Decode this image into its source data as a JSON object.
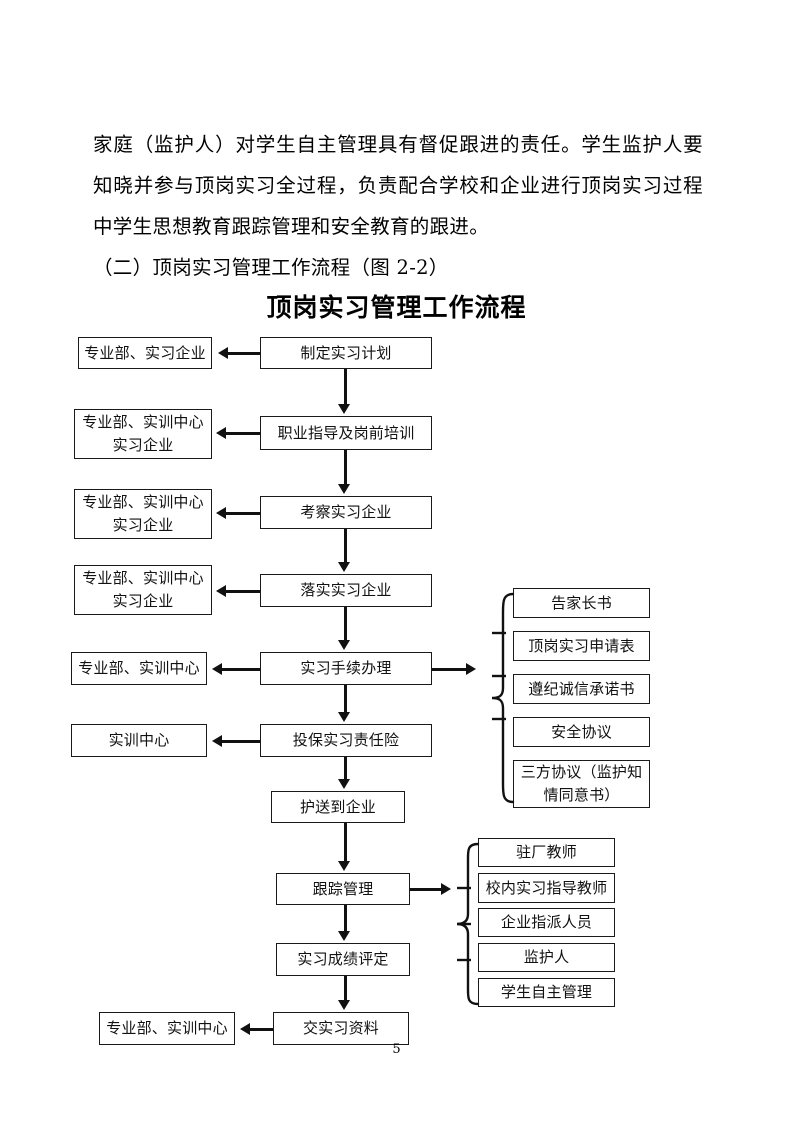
{
  "document": {
    "paragraphs": [
      "家庭（监护人）对学生自主管理具有督促跟进的责任。学生监护人要知晓并参与顶岗实习全过程，负责配合学校和企业进行顶岗实习过程中学生思想教育跟踪管理和安全教育的跟进。",
      "（二）顶岗实习管理工作流程（图 2-2）"
    ],
    "page_number": "5"
  },
  "flowchart": {
    "title": "顶岗实习管理工作流程",
    "main_steps": [
      {
        "label": "制定实习计划"
      },
      {
        "label": "职业指导及岗前培训"
      },
      {
        "label": "考察实习企业"
      },
      {
        "label": "落实实习企业"
      },
      {
        "label": "实习手续办理"
      },
      {
        "label": "投保实习责任险"
      },
      {
        "label": "护送到企业"
      },
      {
        "label": "跟踪管理"
      },
      {
        "label": "实习成绩评定"
      },
      {
        "label": "交实习资料"
      }
    ],
    "responsible_units": [
      {
        "label": "专业部、实习企业"
      },
      {
        "label_line1": "专业部、实训中心",
        "label_line2": "实习企业"
      },
      {
        "label_line1": "专业部、实训中心",
        "label_line2": "实习企业"
      },
      {
        "label_line1": "专业部、实训中心",
        "label_line2": "实习企业"
      },
      {
        "label": "专业部、实训中心"
      },
      {
        "label": "实训中心"
      },
      {
        "label": "专业部、实训中心"
      }
    ],
    "documents_group": {
      "items": [
        {
          "label": "告家长书"
        },
        {
          "label": "顶岗实习申请表"
        },
        {
          "label": "遵纪诚信承诺书"
        },
        {
          "label": "安全协议"
        },
        {
          "label_line1": "三方协议（监护知",
          "label_line2": "情同意书）"
        }
      ]
    },
    "personnel_group": {
      "items": [
        {
          "label": "驻厂教师"
        },
        {
          "label": "校内实习指导教师"
        },
        {
          "label": "企业指派人员"
        },
        {
          "label": "监护人"
        },
        {
          "label": "学生自主管理"
        }
      ]
    }
  }
}
